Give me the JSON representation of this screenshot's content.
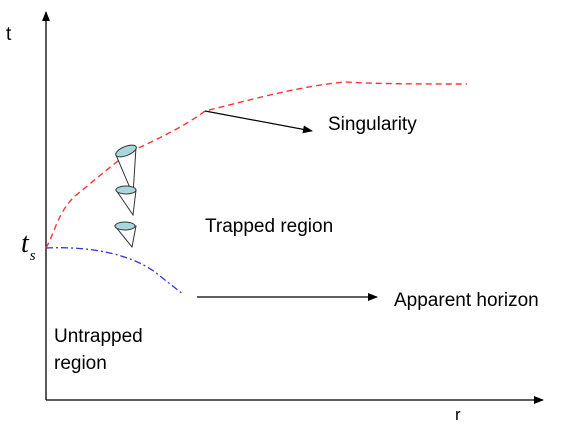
{
  "axes": {
    "t": "t",
    "r": "r"
  },
  "ts_label": {
    "main": "t",
    "sub": "s"
  },
  "labels": {
    "singularity": "Singularity",
    "trapped_region": "Trapped region",
    "apparent_horizon": "Apparent horizon",
    "untrapped_line1": "Untrapped",
    "untrapped_line2": "region"
  },
  "colors": {
    "singularity_curve": "#ff3333",
    "horizon_curve": "#3333dd",
    "cone_fill": "#a8d8de",
    "axis": "#000000"
  }
}
